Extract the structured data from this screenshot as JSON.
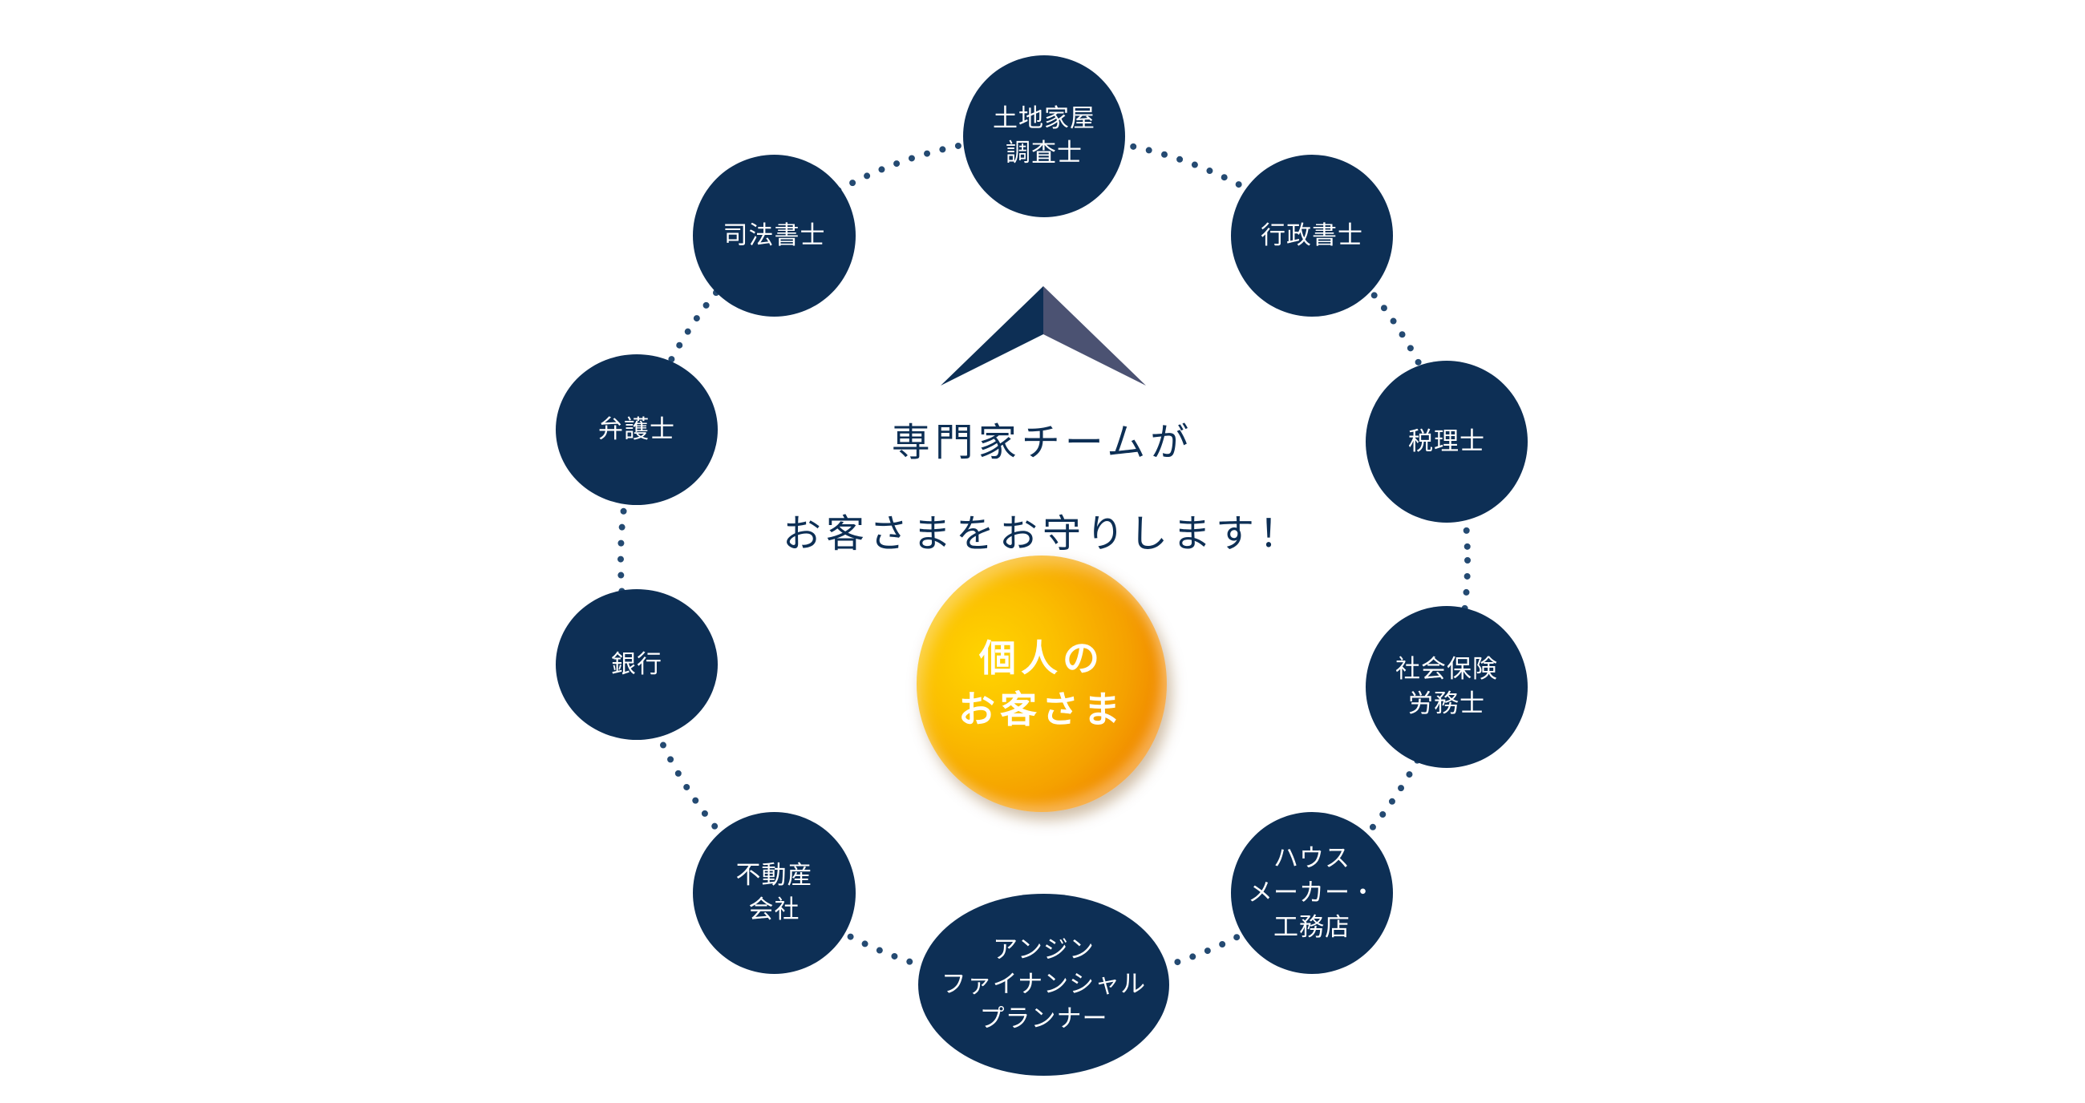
{
  "headline": {
    "line1": "専門家チームが",
    "line2": "お客さまをお守りします！"
  },
  "center": {
    "label": "個人の\nお客さま"
  },
  "experts": [
    {
      "id": "land-house-surveyor",
      "label": "土地家屋\n調査士"
    },
    {
      "id": "administrative-scrivener",
      "label": "行政書士"
    },
    {
      "id": "tax-accountant",
      "label": "税理士"
    },
    {
      "id": "labor-social-security-attorney",
      "label": "社会保険\n労務士"
    },
    {
      "id": "house-maker-builder",
      "label": "ハウス\nメーカー・\n工務店"
    },
    {
      "id": "anshin-financial-planner",
      "label": "アンジン\nファイナンシャル\nプランナー"
    },
    {
      "id": "real-estate-company",
      "label": "不動産\n会社"
    },
    {
      "id": "bank",
      "label": "銀行"
    },
    {
      "id": "lawyer",
      "label": "弁護士"
    },
    {
      "id": "judicial-scrivener",
      "label": "司法書士"
    }
  ],
  "colors": {
    "navy": "#0d2f55",
    "roof_right": "#4b5272",
    "dots": "#244a72",
    "orange_light": "#ffd400",
    "orange_dark": "#e55c00"
  }
}
